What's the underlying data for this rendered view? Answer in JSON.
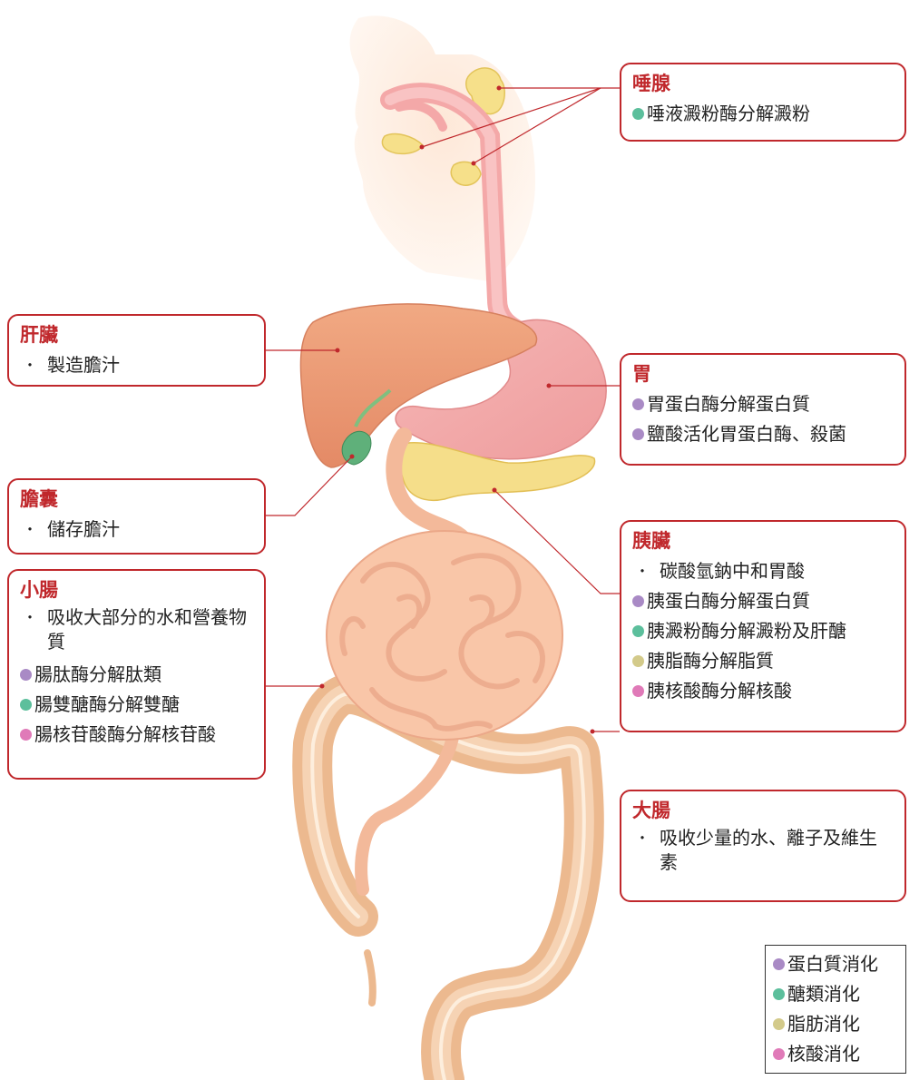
{
  "colors": {
    "protein": "#a98ac5",
    "carb": "#5cbf9c",
    "fat": "#d3ca8a",
    "nucleic": "#e07ab8",
    "accent": "#c0282c"
  },
  "labels": {
    "salivary": {
      "title": "唾腺",
      "items": [
        {
          "type": "carb",
          "text": "唾液澱粉酶分解澱粉"
        }
      ]
    },
    "liver": {
      "title": "肝臟",
      "items": [
        {
          "type": "bullet",
          "text": "製造膽汁"
        }
      ]
    },
    "stomach": {
      "title": "胃",
      "items": [
        {
          "type": "protein",
          "text": "胃蛋白酶分解蛋白質"
        },
        {
          "type": "protein",
          "text": "鹽酸活化胃蛋白酶、殺菌"
        }
      ]
    },
    "gallbladder": {
      "title": "膽囊",
      "items": [
        {
          "type": "bullet",
          "text": "儲存膽汁"
        }
      ]
    },
    "pancreas": {
      "title": "胰臟",
      "items": [
        {
          "type": "bullet",
          "text": "碳酸氫鈉中和胃酸"
        },
        {
          "type": "protein",
          "text": "胰蛋白酶分解蛋白質"
        },
        {
          "type": "carb",
          "text": "胰澱粉酶分解澱粉及肝醣"
        },
        {
          "type": "fat",
          "text": "胰脂酶分解脂質"
        },
        {
          "type": "nucleic",
          "text": "胰核酸酶分解核酸"
        }
      ]
    },
    "small_intestine": {
      "title": "小腸",
      "items": [
        {
          "type": "bullet",
          "text": "吸收大部分的水和營養物質"
        },
        {
          "type": "protein",
          "text": "腸肽酶分解肽類"
        },
        {
          "type": "carb",
          "text": "腸雙醣酶分解雙醣"
        },
        {
          "type": "nucleic",
          "text": "腸核苷酸酶分解核苷酸"
        }
      ]
    },
    "large_intestine": {
      "title": "大腸",
      "items": [
        {
          "type": "bullet",
          "text": "吸收少量的水、離子及維生素"
        }
      ]
    }
  },
  "legend": [
    {
      "type": "protein",
      "text": "蛋白質消化"
    },
    {
      "type": "carb",
      "text": "醣類消化"
    },
    {
      "type": "fat",
      "text": "脂肪消化"
    },
    {
      "type": "nucleic",
      "text": "核酸消化"
    }
  ],
  "bullet_symbol": "・"
}
